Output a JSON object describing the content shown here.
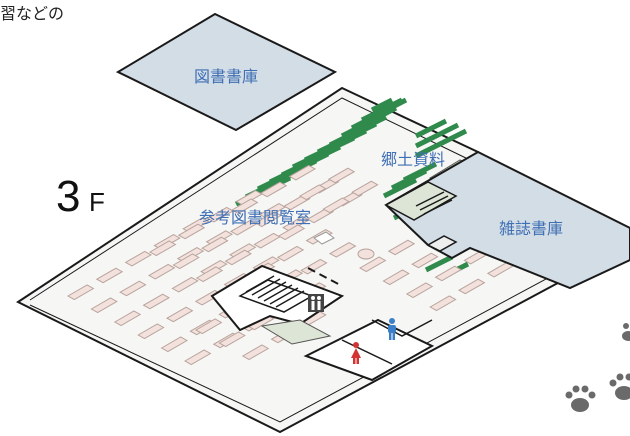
{
  "header": {
    "cut_text": "習などの"
  },
  "floor": {
    "number": "3",
    "suffix": "F"
  },
  "areas": {
    "stack_room": "図書書庫",
    "local_materials": "郷土資料",
    "reference_room": "参考図書閲覧室",
    "magazine_stacks": "雑誌書庫"
  },
  "colors": {
    "floor_fill": "#f6f6f4",
    "wall": "#1a1a1a",
    "desk": "#f2e1dc",
    "desk_edge": "#b9a39c",
    "shelf": "#2f8a4b",
    "stack_fill": "#d3dde6",
    "label": "#3f6fb4",
    "light_green": "#dde6d6"
  },
  "icons": [
    "male-restroom-icon",
    "female-restroom-icon",
    "elevator-icon",
    "paw-print-icon"
  ]
}
